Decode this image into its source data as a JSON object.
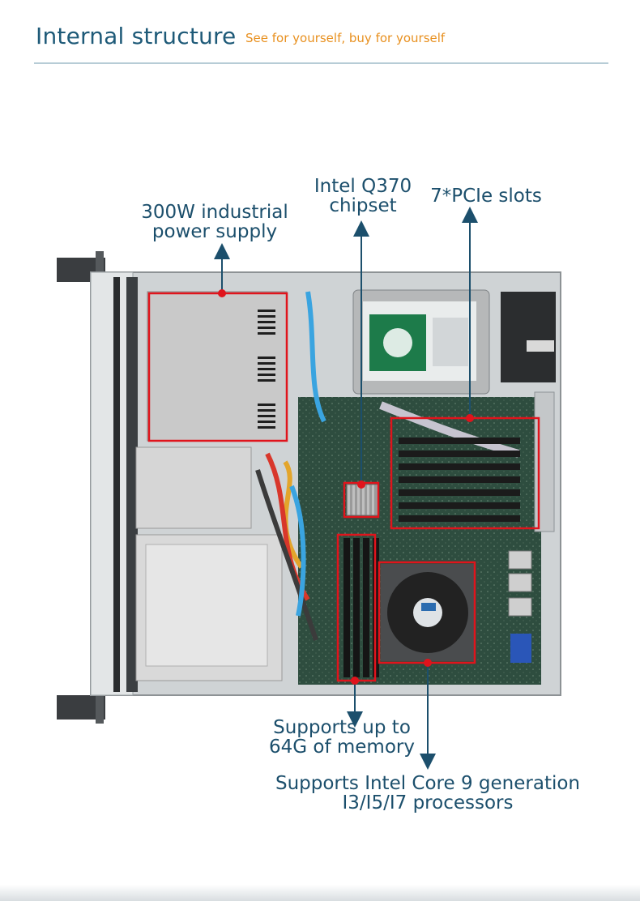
{
  "header": {
    "title": "Internal structure",
    "subtitle": "See for yourself, buy for yourself"
  },
  "callouts": {
    "psu": {
      "line1": "300W industrial",
      "line2": "power supply"
    },
    "chipset": {
      "line1": "Intel Q370",
      "line2": "chipset"
    },
    "pcie": {
      "line1": "7*PCIe slots"
    },
    "memory": {
      "line1": "Supports up to",
      "line2": "64G of memory"
    },
    "cpu": {
      "line1": "Supports Intel Core 9 generation",
      "line2": "I3/I5/I7 processors"
    }
  },
  "colors": {
    "title": "#1e5a78",
    "subtitle": "#e8901f",
    "callout_text": "#1c4f6c",
    "highlight": "#e0141c",
    "arrow": "#1c4f6c"
  }
}
